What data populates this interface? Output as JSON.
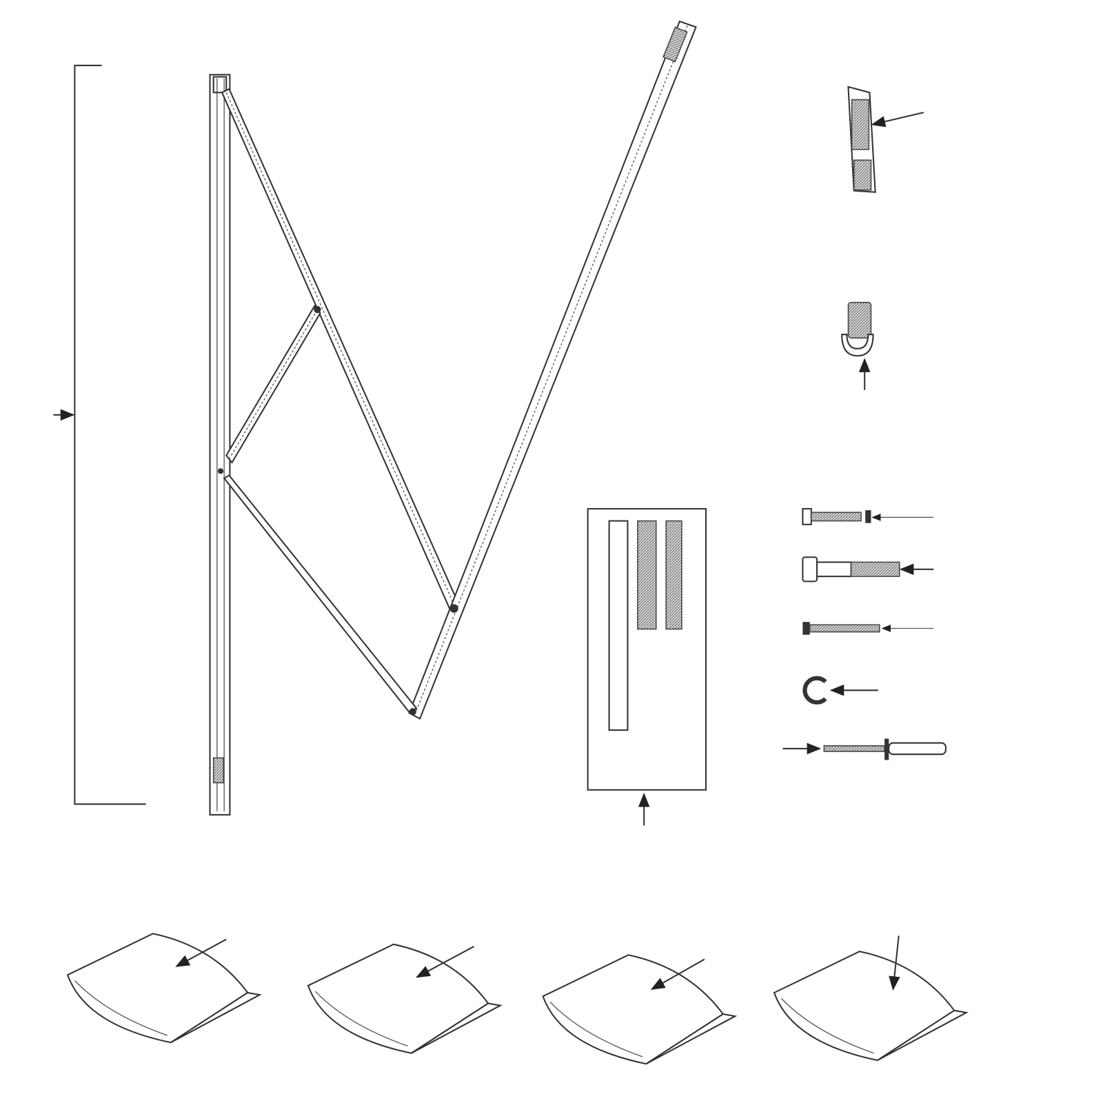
{
  "diagram": {
    "type": "parts-diagram",
    "line_color": "#333333",
    "background": "#ffffff",
    "parts": [
      {
        "icon": "support-arm-assembly"
      },
      {
        "icon": "brush-bracket"
      },
      {
        "icon": "end-cap"
      },
      {
        "icon": "parts-card"
      },
      {
        "icon": "bolt-with-nut"
      },
      {
        "icon": "hex-bolt"
      },
      {
        "icon": "screw"
      },
      {
        "icon": "c-clip"
      },
      {
        "icon": "rivet"
      },
      {
        "icon": "hardware-bag"
      }
    ]
  }
}
